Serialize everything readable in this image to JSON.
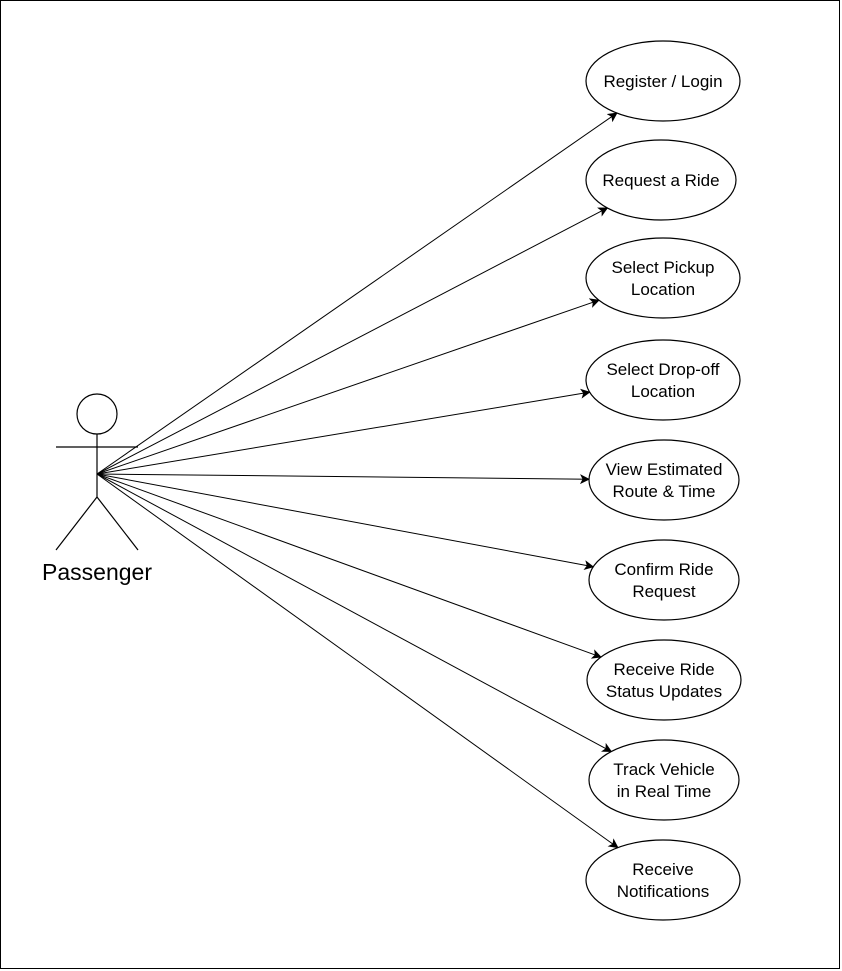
{
  "actor": {
    "label": "Passenger"
  },
  "use_cases": [
    {
      "id": "register-login",
      "lines": [
        "Register / Login"
      ]
    },
    {
      "id": "request-ride",
      "lines": [
        "Request a Ride"
      ]
    },
    {
      "id": "select-pickup",
      "lines": [
        "Select Pickup",
        "Location"
      ]
    },
    {
      "id": "select-dropoff",
      "lines": [
        "Select Drop-off",
        "Location"
      ]
    },
    {
      "id": "view-route",
      "lines": [
        "View Estimated",
        "Route & Time"
      ]
    },
    {
      "id": "confirm-ride",
      "lines": [
        "Confirm Ride",
        "Request"
      ]
    },
    {
      "id": "receive-status",
      "lines": [
        "Receive Ride",
        "Status Updates"
      ]
    },
    {
      "id": "track-vehicle",
      "lines": [
        "Track Vehicle",
        "in Real Time"
      ]
    },
    {
      "id": "receive-notifications",
      "lines": [
        "Receive",
        "Notifications"
      ]
    }
  ]
}
